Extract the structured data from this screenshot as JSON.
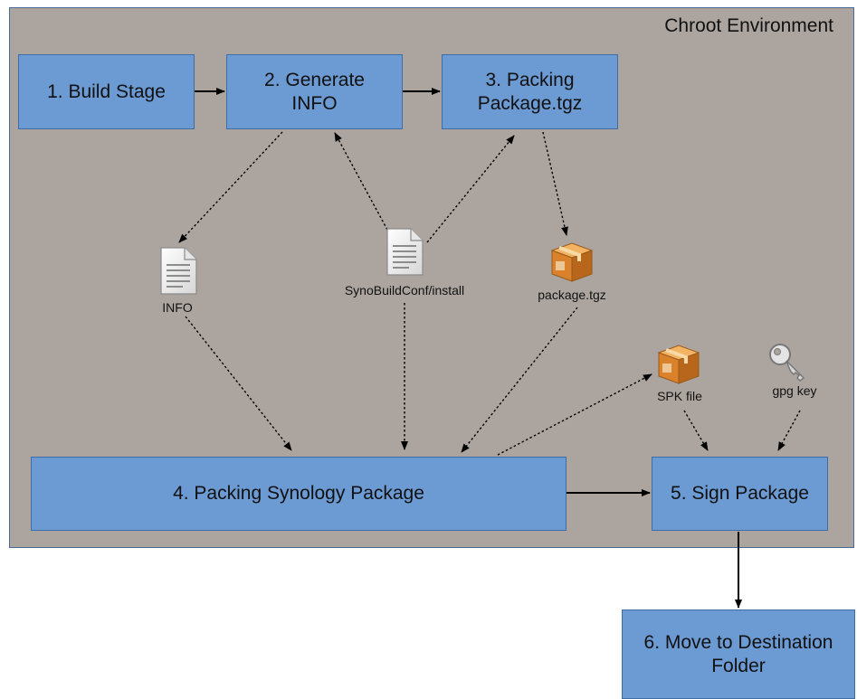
{
  "environment": {
    "title": "Chroot Environment"
  },
  "steps": {
    "build_stage": "1. Build Stage",
    "generate_info": "2. Generate INFO",
    "packing_tgz": "3. Packing Package.tgz",
    "packing_synology": "4. Packing Synology Package",
    "sign_package": "5. Sign Package",
    "move_destination": "6. Move to Destination Folder"
  },
  "artifacts": {
    "info": "INFO",
    "install_script": "SynoBuildConf/install",
    "package_tgz": "package.tgz",
    "spk_file": "SPK file",
    "gpg_key": "gpg key"
  },
  "icons": {
    "info": "document-icon",
    "install_script": "document-icon",
    "package_tgz": "package-box-icon",
    "spk_file": "package-box-icon",
    "gpg_key": "key-icon"
  },
  "colors": {
    "box_fill": "#6c9ad3",
    "environment_fill": "#aca59f"
  }
}
